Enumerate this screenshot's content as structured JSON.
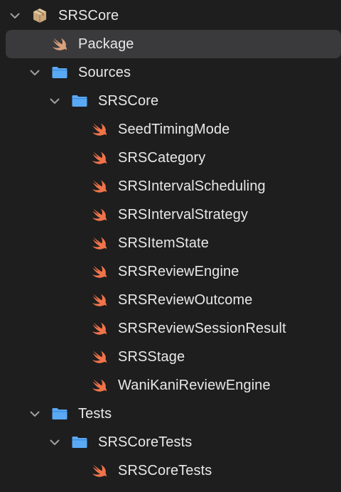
{
  "tree": {
    "root": {
      "label": "SRSCore",
      "icon": "package-icon"
    },
    "package": {
      "label": "Package",
      "icon": "swift-icon"
    },
    "sources": {
      "label": "Sources",
      "icon": "folder-icon",
      "srscore": {
        "label": "SRSCore",
        "icon": "folder-icon",
        "files": [
          "SeedTimingMode",
          "SRSCategory",
          "SRSIntervalScheduling",
          "SRSIntervalStrategy",
          "SRSItemState",
          "SRSReviewEngine",
          "SRSReviewOutcome",
          "SRSReviewSessionResult",
          "SRSStage",
          "WaniKaniReviewEngine"
        ]
      }
    },
    "tests": {
      "label": "Tests",
      "icon": "folder-icon",
      "srscoretests": {
        "label": "SRSCoreTests",
        "icon": "folder-icon",
        "files": [
          "SRSCoreTests"
        ]
      }
    }
  },
  "colors": {
    "background": "#1e1e1e",
    "selection": "#3a3a3d",
    "folder": "#5aa9f5",
    "swift": "#f0734a",
    "swift_selected": "#d9a07c",
    "package": "#c9a77a",
    "chevron": "#a0a0a0"
  }
}
